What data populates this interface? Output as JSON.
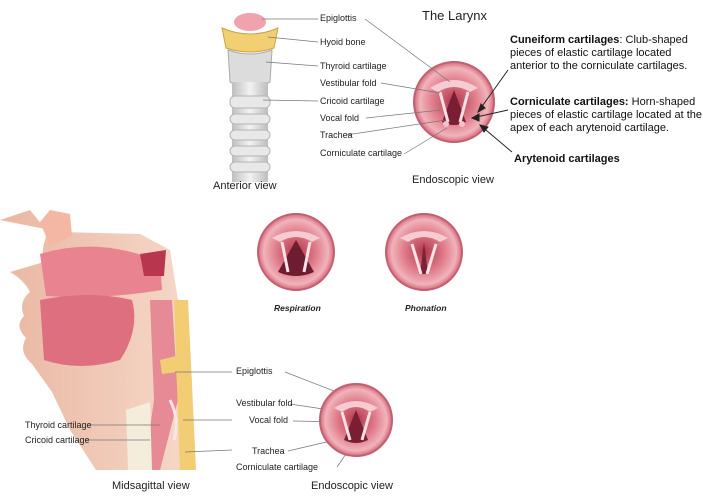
{
  "title": "The Larynx",
  "anterior": {
    "labels": [
      "Epiglottis",
      "Hyoid bone",
      "Thyroid cartilage",
      "Vestibular fold",
      "Cricoid cartilage",
      "Vocal fold",
      "Trachea",
      "Corniculate cartilage"
    ],
    "caption": "Anterior view"
  },
  "endoscopic_top": {
    "caption": "Endoscopic view"
  },
  "notes": {
    "cuneiform_title": "Cuneiform cartilages",
    "cuneiform_text": ": Club-shaped pieces of elastic cartilage located anterior to the corniculate cartilages.",
    "corniculate_title": "Corniculate cartilages:",
    "corniculate_text": " Horn-shaped pieces of elastic cartilage located at the apex of each arytenoid cartilage.",
    "arytenoid_title": "Arytenoid cartilages"
  },
  "states": {
    "respiration": "Respiration",
    "phonation": "Phonation"
  },
  "midsagittal": {
    "left_labels": [
      "Thyroid cartilage",
      "Cricoid cartilage"
    ],
    "right_labels": [
      "Epiglottis",
      "Vestibular fold",
      "Vocal fold",
      "Trachea",
      "Corniculate cartilage"
    ],
    "caption": "Midsagittal view"
  },
  "endoscopic_bottom": {
    "caption": "Endoscopic view"
  },
  "colors": {
    "mucosa": "#e8909a",
    "cartilage": "#f2d68a",
    "trachea": "#d9d9d9",
    "skin": "#f1c8b4",
    "bone": "#f4eddc"
  }
}
